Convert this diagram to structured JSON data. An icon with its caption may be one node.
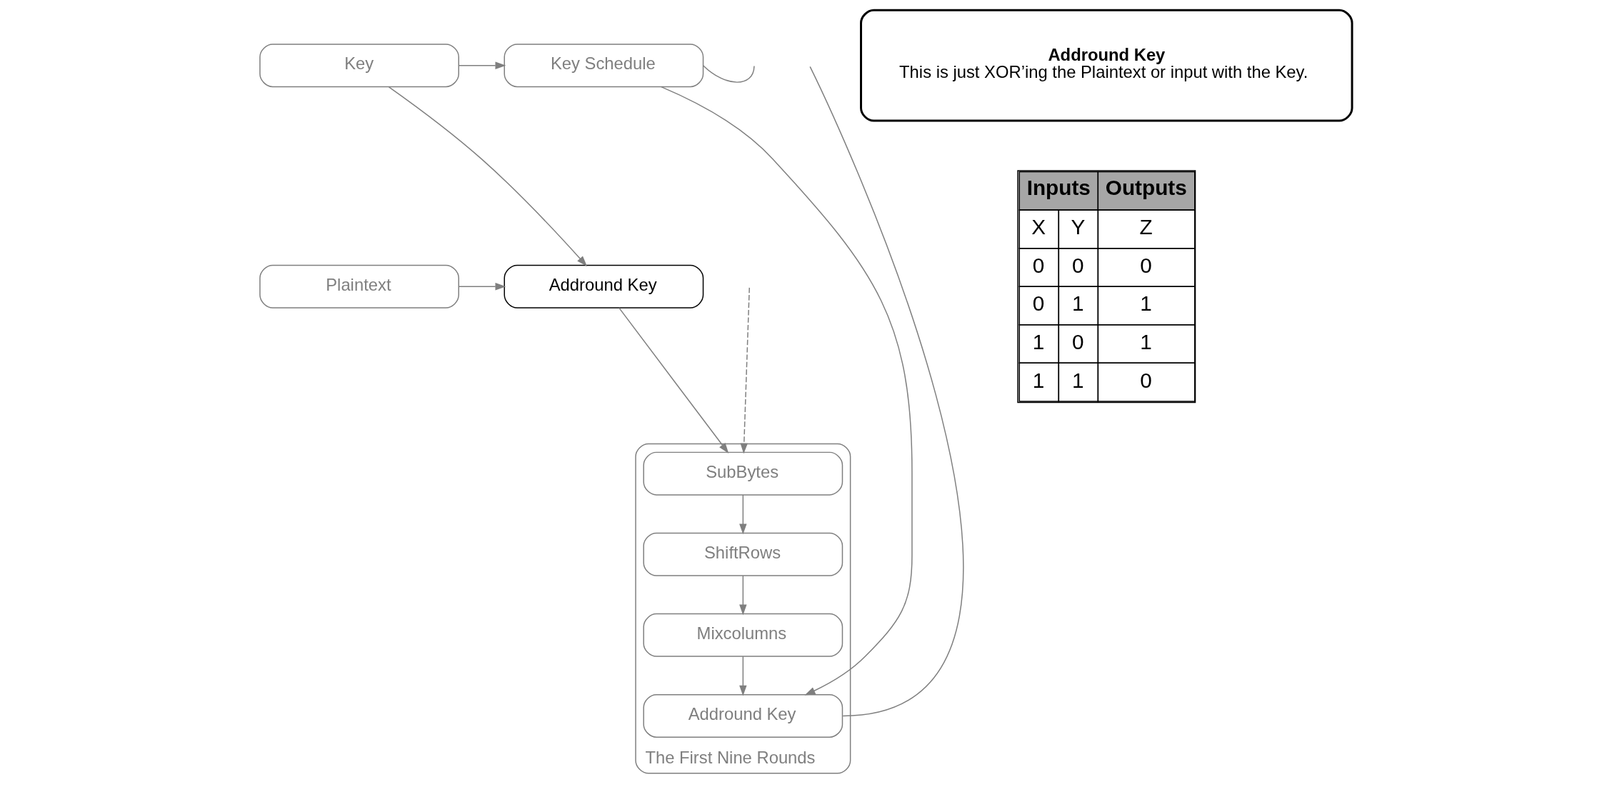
{
  "diagram": {
    "nodes": [
      {
        "text": [
          "Key"
        ]
      },
      {
        "text": [
          "Key Schedule"
        ]
      },
      {
        "text": [
          "Plaintext"
        ]
      },
      {
        "text": [
          "Addround Key"
        ]
      },
      {
        "text": [
          "The First Nine Rounds"
        ]
      },
      {
        "text": [
          "SubBytes"
        ],
        "in": 4
      },
      {
        "text": [
          "ShiftRows"
        ],
        "in": 4
      },
      {
        "text": [
          "Mixcolumns"
        ],
        "in": 4
      },
      {
        "text": [
          "Addround Key"
        ],
        "in": 4
      },
      {
        "text": [
          "Addround Key",
          "This is just XOR’ing the Plaintext or input with the Key."
        ]
      }
    ],
    "edges": [
      {
        "from": 0,
        "to": 1,
        "arrow": "to"
      },
      {
        "from": 0,
        "to": 3,
        "arrow": "to"
      },
      {
        "from": 2,
        "to": 3,
        "arrow": "to"
      },
      {
        "from": 3,
        "to": 5,
        "arrow": "to"
      },
      {
        "from": 5,
        "to": 6,
        "arrow": "to"
      },
      {
        "from": 6,
        "to": 7,
        "arrow": "to"
      },
      {
        "from": 7,
        "to": 8,
        "arrow": "to"
      },
      {
        "from": 1,
        "to": 8,
        "arrow": "to"
      },
      {
        "from": 1,
        "to": null,
        "arrow": "none"
      },
      {
        "from": 8,
        "to": null,
        "arrow": "none"
      },
      {
        "from": null,
        "to": 5,
        "arrow": "to",
        "style": "dashed"
      }
    ],
    "labels": [
      "Inputs",
      "Outputs",
      "X",
      "Y",
      "Z",
      "0",
      "0",
      "0",
      "0",
      "1",
      "1",
      "1",
      "0",
      "1",
      "1",
      "1",
      "0"
    ]
  }
}
